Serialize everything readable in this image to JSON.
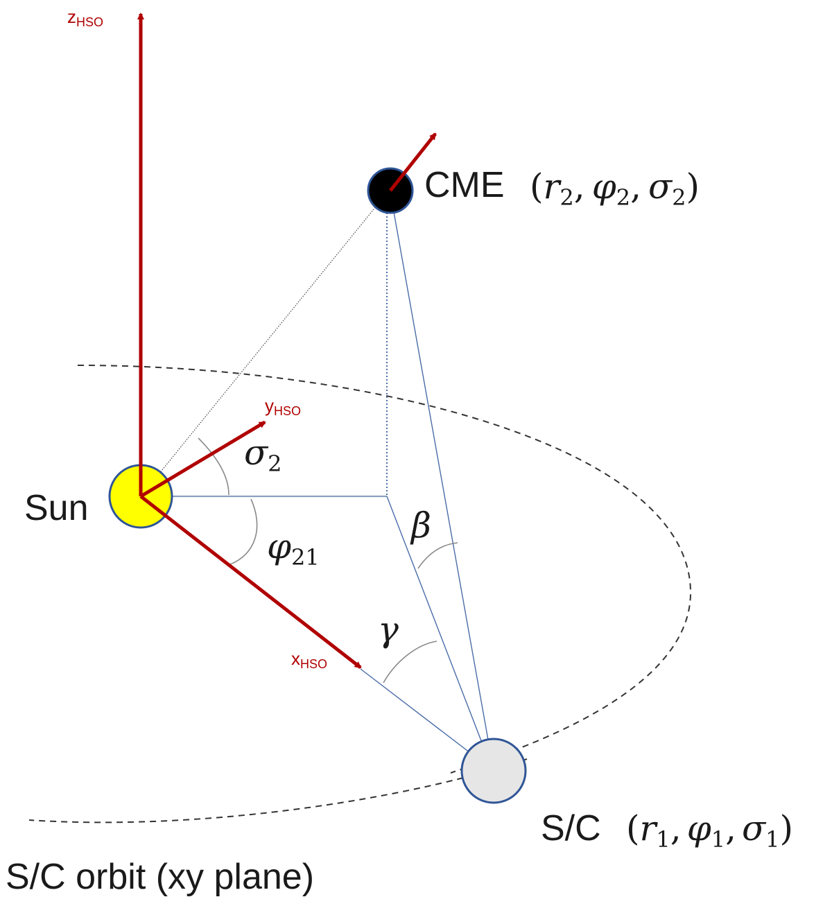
{
  "axes": {
    "z": {
      "main": "z",
      "sub": "HSO"
    },
    "y": {
      "main": "y",
      "sub": "HSO"
    },
    "x": {
      "main": "x",
      "sub": "HSO"
    }
  },
  "labels": {
    "sun": "Sun",
    "cme_name": "CME",
    "sc_name": "S/C",
    "orbit": "S/C orbit (xy plane)"
  },
  "cme_coords": {
    "open": "(",
    "r": "r",
    "r_sub": "2",
    "phi": "φ",
    "phi_sub": "2",
    "sigma": "σ",
    "sigma_sub": "2",
    "comma": ",",
    "close": ")"
  },
  "sc_coords": {
    "open": "(",
    "r": "r",
    "r_sub": "1",
    "phi": "φ",
    "phi_sub": "1",
    "sigma": "σ",
    "sigma_sub": "1",
    "comma": ",",
    "close": ")"
  },
  "angles": {
    "sigma": {
      "sym": "σ",
      "sub": "2"
    },
    "phi": {
      "sym": "φ",
      "sub": "21"
    },
    "beta": "β",
    "gamma": "γ"
  },
  "colors": {
    "axis_red": "#b00000",
    "line_blue": "#4a6ca8",
    "sun_fill": "#ffff00",
    "sun_stroke": "#2f5597",
    "cme_fill": "#000000",
    "sc_fill": "#e6e6e6",
    "orbit_dash": "#333333",
    "angle_arc": "#888888"
  }
}
